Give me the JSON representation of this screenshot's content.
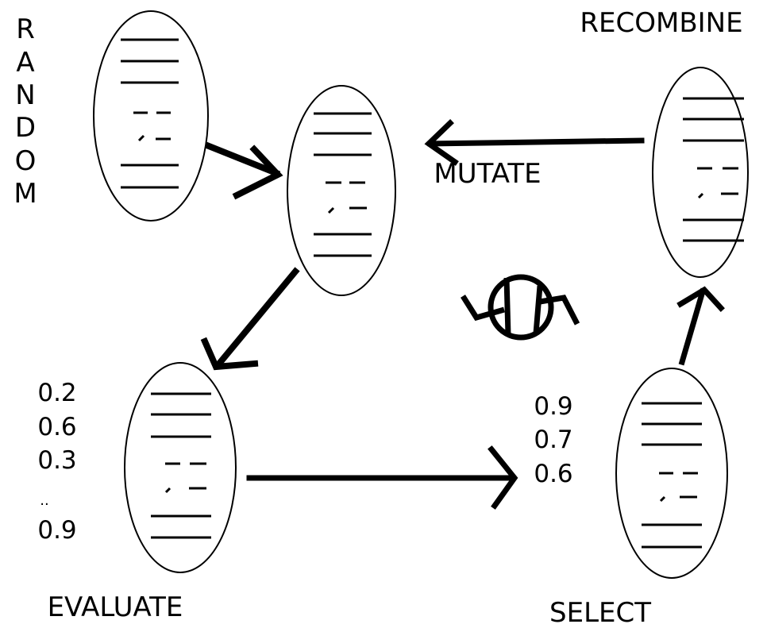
{
  "labels": {
    "random_letters": [
      "R",
      "A",
      "N",
      "D",
      "O",
      "M"
    ],
    "recombine": "RECOMBINE",
    "mutate": "MUTATE",
    "evaluate": "EVALUATE",
    "select": "SELECT"
  },
  "evaluate_scores": [
    "0.2",
    "0.6",
    "0.3",
    "..",
    "0.9"
  ],
  "select_scores": [
    "0.9",
    "0.7",
    "0.6"
  ]
}
